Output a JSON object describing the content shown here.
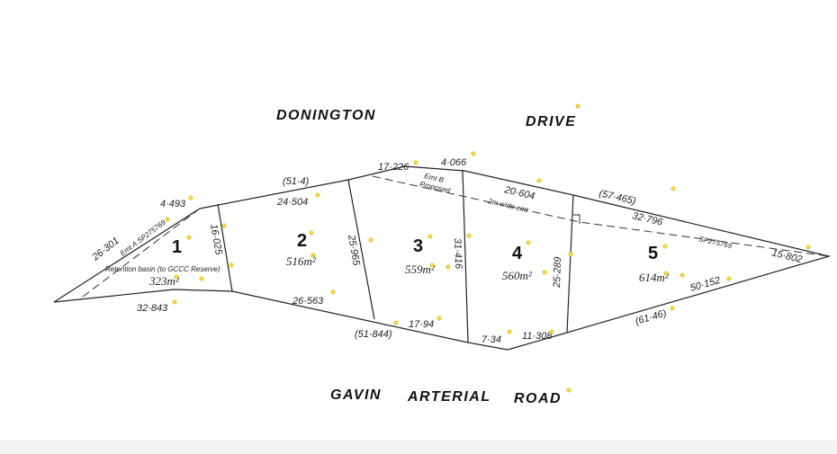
{
  "roads": {
    "top_left": "DONINGTON",
    "top_right": "DRIVE",
    "bottom_1": "GAVIN",
    "bottom_2": "ARTERIAL",
    "bottom_3": "ROAD"
  },
  "lots": [
    {
      "number": "1",
      "area": "323"
    },
    {
      "number": "2",
      "area": "516"
    },
    {
      "number": "3",
      "area": "559"
    },
    {
      "number": "4",
      "area": "560"
    },
    {
      "number": "5",
      "area": "614"
    }
  ],
  "area_unit": "m²",
  "easements": {
    "a_label": "Emt A",
    "a_plan": "SP275769",
    "retention": "Retention basin (to GCCC Reserve)",
    "b_label": "Emt B",
    "b_proposed": "Proposed",
    "b_width": "2m wide emt",
    "plan_right": "SP275769"
  },
  "dimensions": {
    "d_26_301": "26·301",
    "d_4_493": "4·493",
    "d_32_843": "32·843",
    "d_16_025": "16·025",
    "d_51_4": "(51·4)",
    "d_24_504": "24·504",
    "d_26_563": "26·563",
    "d_25_965": "25·965",
    "d_51_844": "(51·844)",
    "d_17_226": "17·226",
    "d_4_066": "4·066",
    "d_31_416": "31·416",
    "d_17_94": "17·94",
    "d_20_604": "20·604",
    "d_25_289": "25·289",
    "d_7_34": "7·34",
    "d_11_308": "11·308",
    "d_57_465": "(57·465)",
    "d_32_796": "32·796",
    "d_15_802": "15·802",
    "d_50_152": "50·152",
    "d_61_46": "(61·46)"
  }
}
